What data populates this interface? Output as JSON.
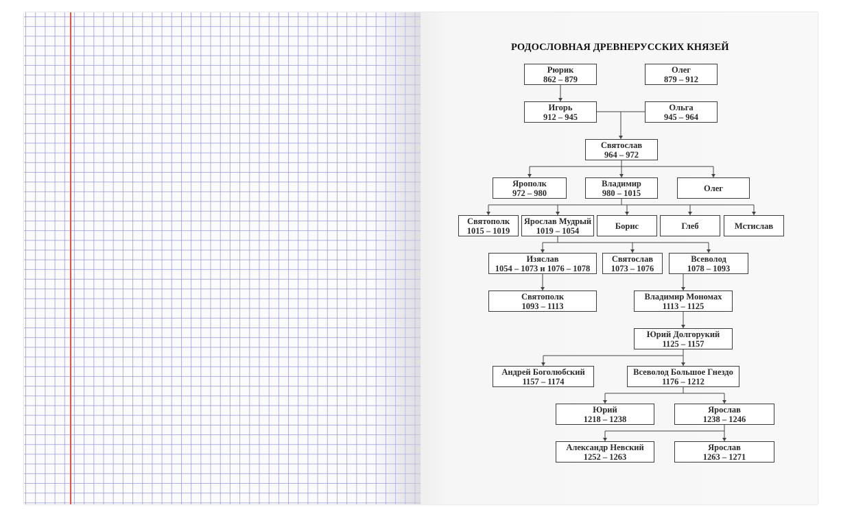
{
  "title": "РОДОСЛОВНАЯ ДРЕВНЕРУССКИХ КНЯЗЕЙ",
  "princes": {
    "rurik": {
      "name": "Рюрик",
      "years": "862 – 879"
    },
    "oleg1": {
      "name": "Олег",
      "years": "879 – 912"
    },
    "igor": {
      "name": "Игорь",
      "years": "912 – 945"
    },
    "olga": {
      "name": "Ольга",
      "years": "945 – 964"
    },
    "svyatoslav1": {
      "name": "Святослав",
      "years": "964 – 972"
    },
    "yaropolk": {
      "name": "Ярополк",
      "years": "972 – 980"
    },
    "vladimir": {
      "name": "Владимир",
      "years": "980 – 1015"
    },
    "oleg2": {
      "name": "Олег",
      "years": ""
    },
    "svyatopolk1": {
      "name": "Святополк",
      "years": "1015 – 1019"
    },
    "yaroslav_wise": {
      "name": "Ярослав Мудрый",
      "years": "1019 – 1054"
    },
    "boris": {
      "name": "Борис",
      "years": ""
    },
    "gleb": {
      "name": "Глеб",
      "years": ""
    },
    "mstislav": {
      "name": "Мстислав",
      "years": ""
    },
    "izyaslav": {
      "name": "Изяслав",
      "years": "1054 – 1073 и 1076 – 1078"
    },
    "svyatoslav2": {
      "name": "Святослав",
      "years": "1073 – 1076"
    },
    "vsevolod1": {
      "name": "Всеволод",
      "years": "1078 – 1093"
    },
    "svyatopolk2": {
      "name": "Святополк",
      "years": "1093 – 1113"
    },
    "monomakh": {
      "name": "Владимир Мономах",
      "years": "1113 – 1125"
    },
    "dolgoruky": {
      "name": "Юрий Долгорукий",
      "years": "1125 – 1157"
    },
    "bogolyubsky": {
      "name": "Андрей Боголюбский",
      "years": "1157 – 1174"
    },
    "big_nest": {
      "name": "Всеволод Большое Гнездо",
      "years": "1176 – 1212"
    },
    "yuri": {
      "name": "Юрий",
      "years": "1218 – 1238"
    },
    "yaroslav2": {
      "name": "Ярослав",
      "years": "1238 – 1246"
    },
    "nevsky": {
      "name": "Александр Невский",
      "years": "1252 – 1263"
    },
    "yaroslav3": {
      "name": "Ярослав",
      "years": "1263 – 1271"
    }
  }
}
